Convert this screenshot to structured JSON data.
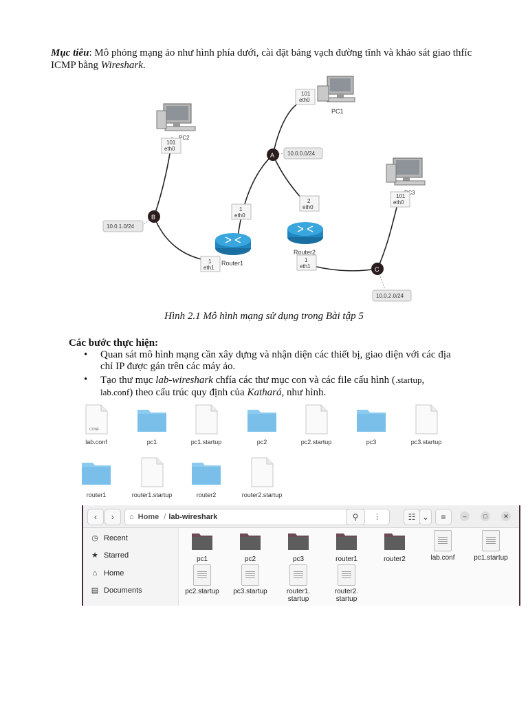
{
  "objective": {
    "label": "Mục tiêu",
    "text_a": ": Mô phỏng mạng ảo như hình phía dưới, cài đặt bảng vạch đường tĩnh và khảo sát giao thfíc ICMP bằng ",
    "tool": "Wireshark",
    "end": "."
  },
  "diagram": {
    "caption": "Hình 2.1 Mô hình mạng sử dụng trong Bài tập 5",
    "nodes": {
      "a": "A",
      "b": "B",
      "c": "C"
    },
    "networks": {
      "a": "10.0.0.0/24",
      "b": "10.0.1.0/24",
      "c": "10.0.2.0/24"
    },
    "hosts": {
      "pc1": "PC1",
      "pc2": "PC2",
      "pc3": "PC3",
      "router1": "Router1",
      "router2": "Router2"
    },
    "ifaces": {
      "pc1": [
        "101",
        "eth0"
      ],
      "pc2": [
        "101",
        "eth0"
      ],
      "pc3": [
        "101",
        "eth0"
      ],
      "r1_eth0": [
        "1",
        "eth0"
      ],
      "r1_eth1": [
        "1",
        "eth1"
      ],
      "r2_eth0": [
        "2",
        "eth0"
      ],
      "r2_eth1": [
        "1",
        "eth1"
      ]
    }
  },
  "steps": {
    "title": "Các bước thực hiện:",
    "item1": "Quan sát mô hình mạng cần xây dựng và nhận diện các thiết bị, giao diện với các địa chỉ IP được gán trên các máy ảo.",
    "item2_a": "Tạo thư mục ",
    "item2_dir": "lab-wireshark",
    "item2_b": " chfía các thư mục con và các file cấu hình (",
    "item2_ext1": ".startup",
    "item2_c": ", ",
    "item2_ext2": "lab.conf",
    "item2_d": ") theo cấu trúc quy định của ",
    "item2_tool": "Kathará",
    "item2_e": ", như hình."
  },
  "files_grid": {
    "conf_tag": "CONF",
    "items": [
      "lab.conf",
      "pc1",
      "pc1.startup",
      "pc2",
      "pc2.startup",
      "pc3",
      "pc3.startup",
      "router1",
      "router1.startup",
      "router2",
      "router2.startup"
    ]
  },
  "file_manager": {
    "path_home": "Home",
    "path_sep": "/",
    "path_current": "lab-wireshark",
    "sidebar": [
      "Recent",
      "Starred",
      "Home",
      "Documents"
    ],
    "row1": [
      "pc1",
      "pc2",
      "pc3",
      "router1",
      "router2",
      "lab.conf",
      "pc1.startup"
    ],
    "row2": [
      "pc2.startup",
      "pc3.startup",
      "router1.\nstartup",
      "router2.\nstartup"
    ],
    "folder_color": "#6b4b56",
    "accent": "#4a2a3a"
  }
}
